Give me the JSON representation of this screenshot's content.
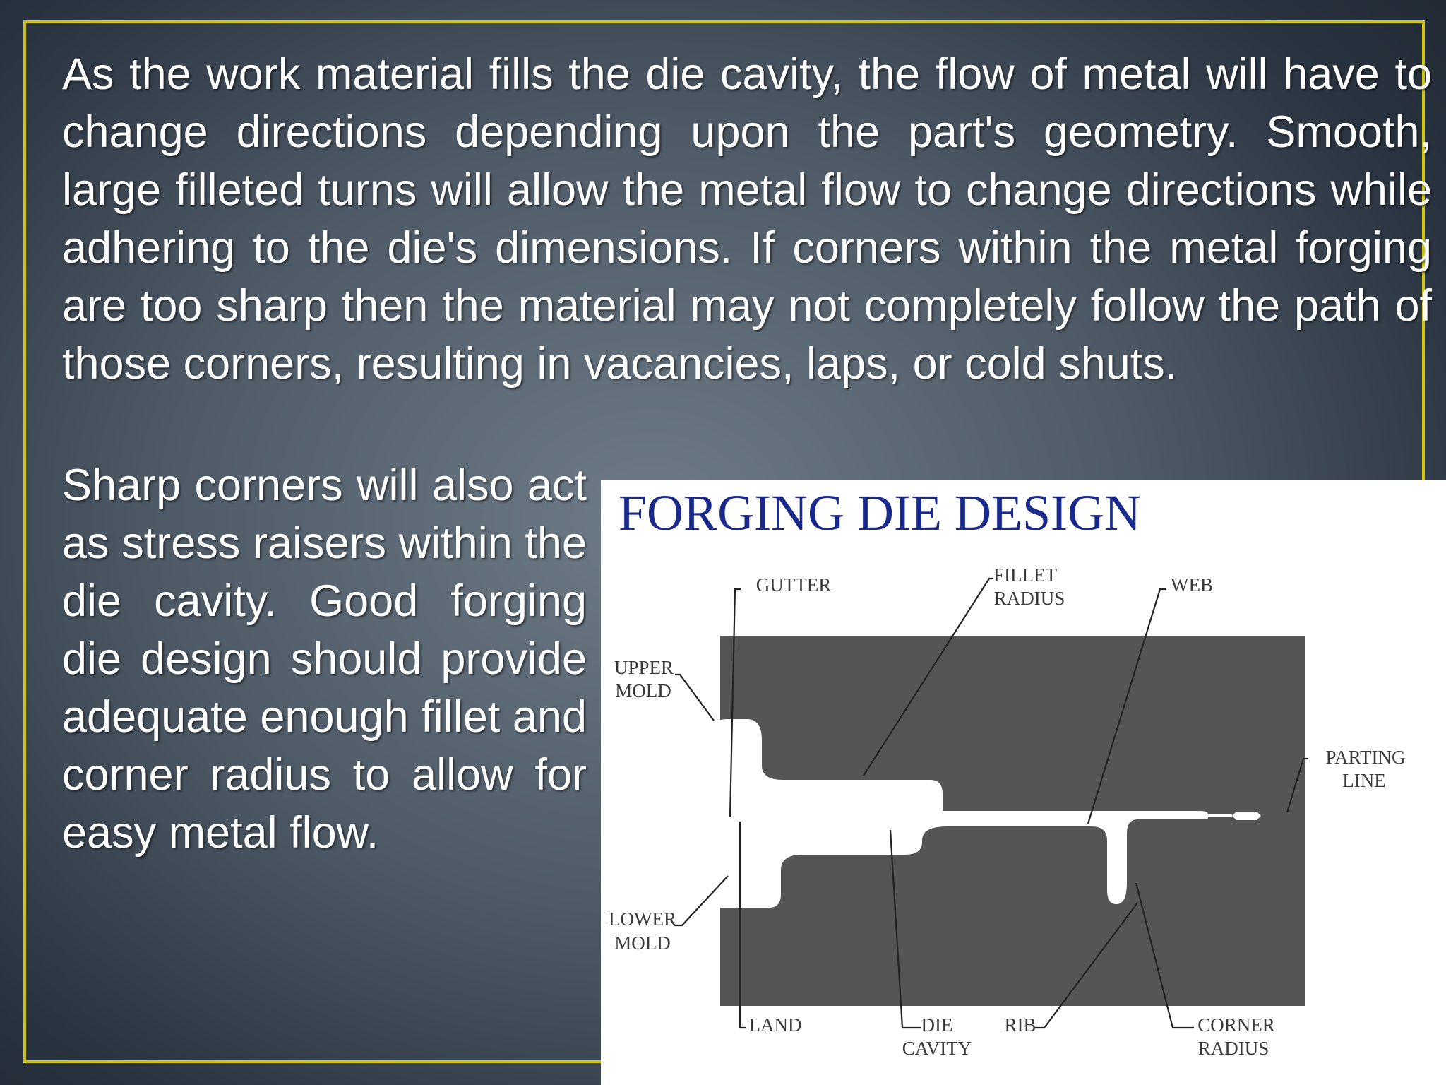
{
  "paragraphs": {
    "intro": "As the work material fills the die cavity, the flow of metal will have to change directions depending upon the part's geometry. Smooth, large filleted turns will allow the metal flow to change directions while adhering to the die's dimensions. If corners within the metal forging are too sharp then the material may not completely follow the path of those corners, resulting in vacancies, laps, or cold shuts.",
    "side": "Sharp corners will also act as stress raisers within the die cavity. Good forging die design should provide adequate enough fillet and corner radius to allow for easy metal flow."
  },
  "diagram": {
    "title": "FORGING DIE DESIGN",
    "labels": {
      "gutter": "GUTTER",
      "fillet_1": "FILLET",
      "fillet_2": "RADIUS",
      "web": "WEB",
      "upper_1": "UPPER",
      "upper_2": "MOLD",
      "parting_1": "PARTING",
      "parting_2": "LINE",
      "lower_1": "LOWER",
      "lower_2": "MOLD",
      "land": "LAND",
      "die_1": "DIE",
      "die_2": "CAVITY",
      "rib": "RIB",
      "corner_1": "CORNER",
      "corner_2": "RADIUS"
    },
    "colors": {
      "mold": "#555555",
      "title": "#1a2a8c",
      "frame": "#cfc61a"
    }
  }
}
